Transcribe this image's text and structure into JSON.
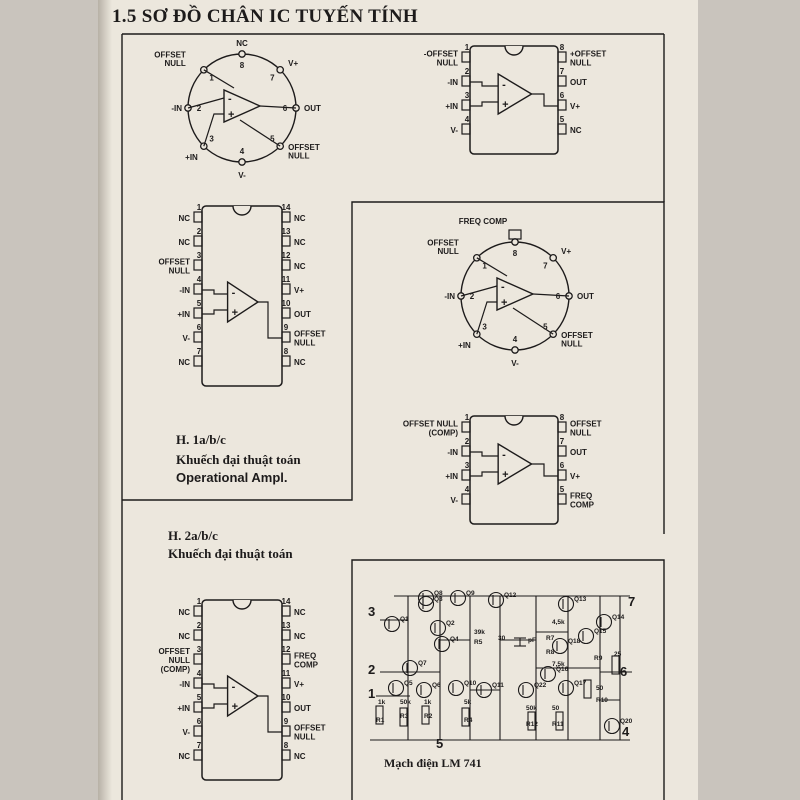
{
  "heading": "1.5 SƠ ĐỒ CHÂN IC TUYẾN TÍNH",
  "captions": {
    "fig1": "H. 1a/b/c",
    "fig1_title": "Khuếch đại thuật toán",
    "fig1_sub": "Operational Ampl.",
    "fig2": "H. 2a/b/c",
    "fig2_title": "Khuếch đại thuật toán",
    "circuit": "Mạch điện LM 741"
  },
  "circ1": {
    "pins": [
      "OFFSET\nNULL",
      "-IN",
      "+IN",
      "V-",
      "OFFSET\nNULL",
      "OUT",
      "V+",
      "NC"
    ],
    "nums": [
      "1",
      "2",
      "3",
      "4",
      "5",
      "6",
      "7",
      "8"
    ]
  },
  "dip8a": {
    "left": [
      "-OFFSET\nNULL",
      "-IN",
      "+IN",
      "V-"
    ],
    "right": [
      "+OFFSET\nNULL",
      "OUT",
      "V+",
      "NC"
    ]
  },
  "dip14a": {
    "left": [
      "NC",
      "NC",
      "OFFSET\nNULL",
      "-IN",
      "+IN",
      "V-",
      "NC"
    ],
    "right": [
      "NC",
      "NC",
      "NC",
      "V+",
      "OUT",
      "OFFSET\nNULL",
      "NC"
    ]
  },
  "circ2": {
    "pins": [
      "OFFSET\nNULL",
      "-IN",
      "+IN",
      "V-",
      "OFFSET\nNULL",
      "OUT",
      "V+",
      "FREQ COMP"
    ],
    "nums": [
      "1",
      "2",
      "3",
      "4",
      "5",
      "6",
      "7",
      "8"
    ]
  },
  "dip8b": {
    "left": [
      "OFFSET NULL\n(COMP)",
      "-IN",
      "+IN",
      "V-"
    ],
    "right": [
      "OFFSET\nNULL",
      "OUT",
      "V+",
      "FREQ\nCOMP"
    ]
  },
  "dip14b": {
    "left": [
      "NC",
      "NC",
      "OFFSET\nNULL\n(COMP)",
      "-IN",
      "+IN",
      "V-",
      "NC"
    ],
    "right": [
      "NC",
      "NC",
      "FREQ\nCOMP",
      "V+",
      "OUT",
      "OFFSET\nNULL",
      "NC"
    ]
  },
  "lm741": {
    "transistors": [
      "Q1",
      "Q2",
      "Q3",
      "Q4",
      "Q5",
      "Q6",
      "Q7",
      "Q8",
      "Q9",
      "Q10",
      "Q11",
      "Q12",
      "Q13",
      "Q14",
      "Q15",
      "Q16",
      "Q17",
      "Q18",
      "Q20",
      "Q22"
    ],
    "labels": [
      "39k",
      "R5",
      "30",
      "pF",
      "4,5k",
      "R7",
      "R8",
      "7,5k",
      "R9",
      "25",
      "50",
      "R10",
      "1k",
      "R1",
      "50k",
      "R3",
      "1k",
      "R2",
      "5k",
      "R4",
      "50k",
      "R12",
      "50",
      "R11"
    ],
    "pins": [
      "3",
      "2",
      "1",
      "5",
      "7",
      "6",
      "4"
    ]
  }
}
